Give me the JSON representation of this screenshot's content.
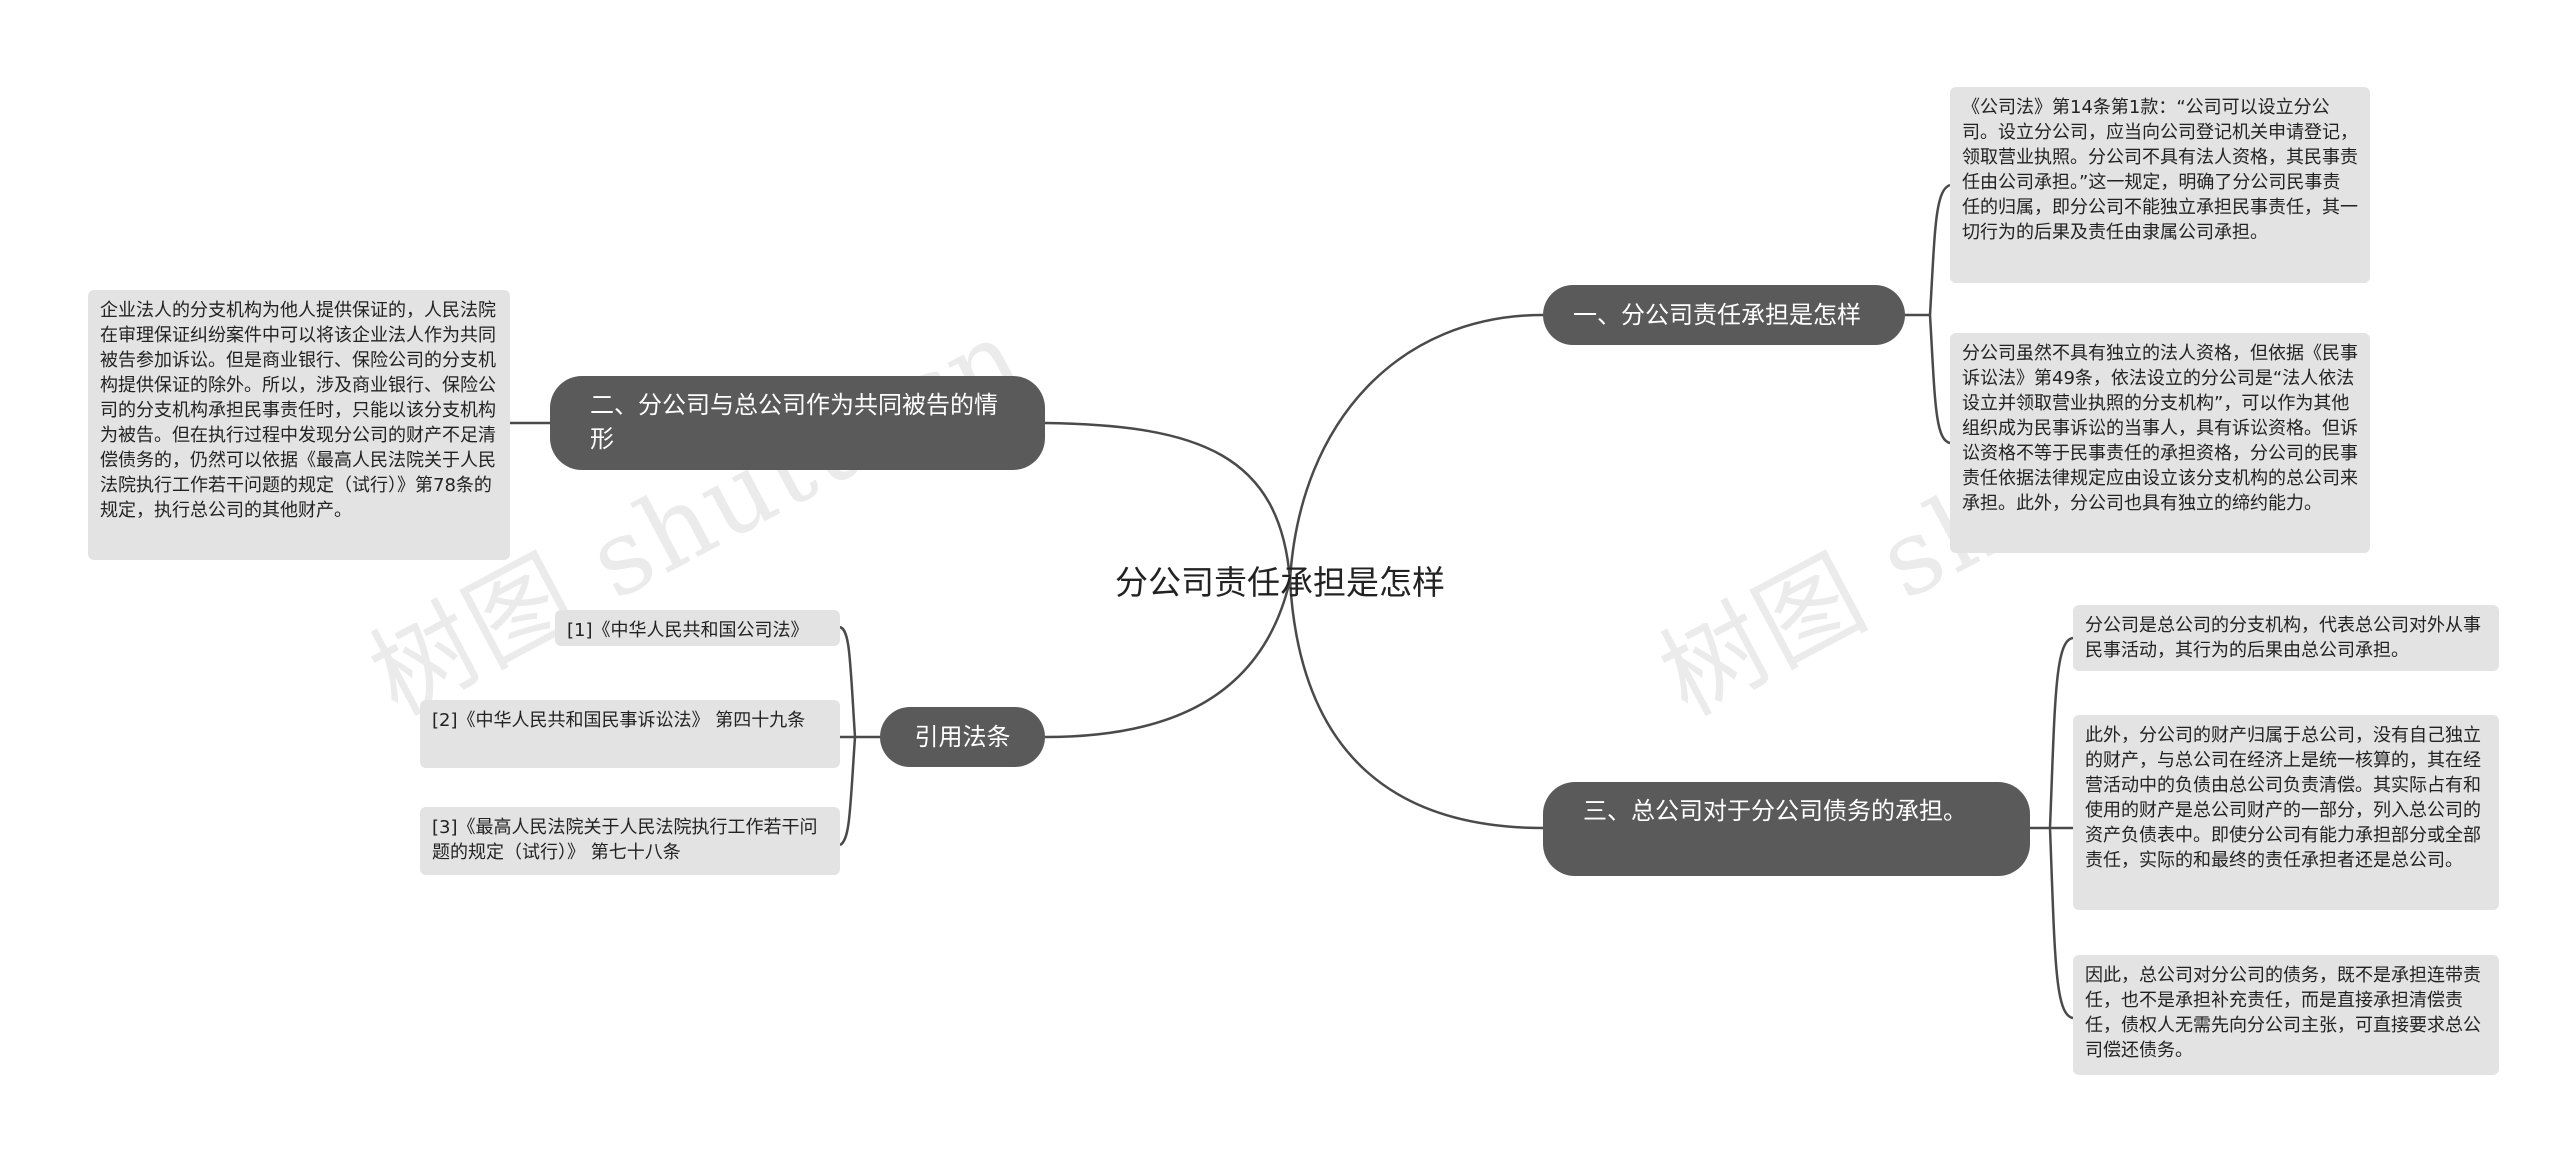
{
  "root": {
    "label": "分公司责任承担是怎样"
  },
  "watermark": {
    "text": "树图 shutu.cn"
  },
  "branches": [
    {
      "label": "一、分公司责任承担是怎样",
      "leaves": [
        "《公司法》第14条第1款：“公司可以设立分公司。设立分公司，应当向公司登记机关申请登记，领取营业执照。分公司不具有法人资格，其民事责任由公司承担。”这一规定，明确了分公司民事责任的归属，即分公司不能独立承担民事责任，其一切行为的后果及责任由隶属公司承担。",
        "分公司虽然不具有独立的法人资格，但依据《民事诉讼法》第49条，依法设立的分公司是“法人依法设立并领取营业执照的分支机构”，可以作为其他组织成为民事诉讼的当事人，具有诉讼资格。但诉讼资格不等于民事责任的承担资格，分公司的民事责任依据法律规定应由设立该分支机构的总公司来承担。此外，分公司也具有独立的缔约能力。"
      ]
    },
    {
      "label": "二、分公司与总公司作为共同被告的情形",
      "leaves": [
        "企业法人的分支机构为他人提供保证的，人民法院在审理保证纠纷案件中可以将该企业法人作为共同被告参加诉讼。但是商业银行、保险公司的分支机构提供保证的除外。所以，涉及商业银行、保险公司的分支机构承担民事责任时，只能以该分支机构为被告。但在执行过程中发现分公司的财产不足清偿债务的，仍然可以依据《最高人民法院关于人民法院执行工作若干问题的规定（试行）》第78条的规定，执行总公司的其他财产。"
      ]
    },
    {
      "label": "三、总公司对于分公司债务的承担。",
      "leaves": [
        "分公司是总公司的分支机构，代表总公司对外从事民事活动，其行为的后果由总公司承担。",
        "此外，分公司的财产归属于总公司，没有自己独立的财产，与总公司在经济上是统一核算的，其在经营活动中的负债由总公司负责清偿。其实际占有和使用的财产是总公司财产的一部分，列入总公司的资产负债表中。即使分公司有能力承担部分或全部责任，实际的和最终的责任承担者还是总公司。",
        "因此，总公司对分公司的债务，既不是承担连带责任，也不是承担补充责任，而是直接承担清偿责任，债权人无需先向分公司主张，可直接要求总公司偿还债务。"
      ]
    },
    {
      "label": "引用法条",
      "leaves": [
        "[1]《中华人民共和国公司法》",
        "[2]《中华人民共和国民事诉讼法》 第四十九条",
        "[3]《最高人民法院关于人民法院执行工作若干问题的规定（试行）》 第七十八条"
      ]
    }
  ]
}
